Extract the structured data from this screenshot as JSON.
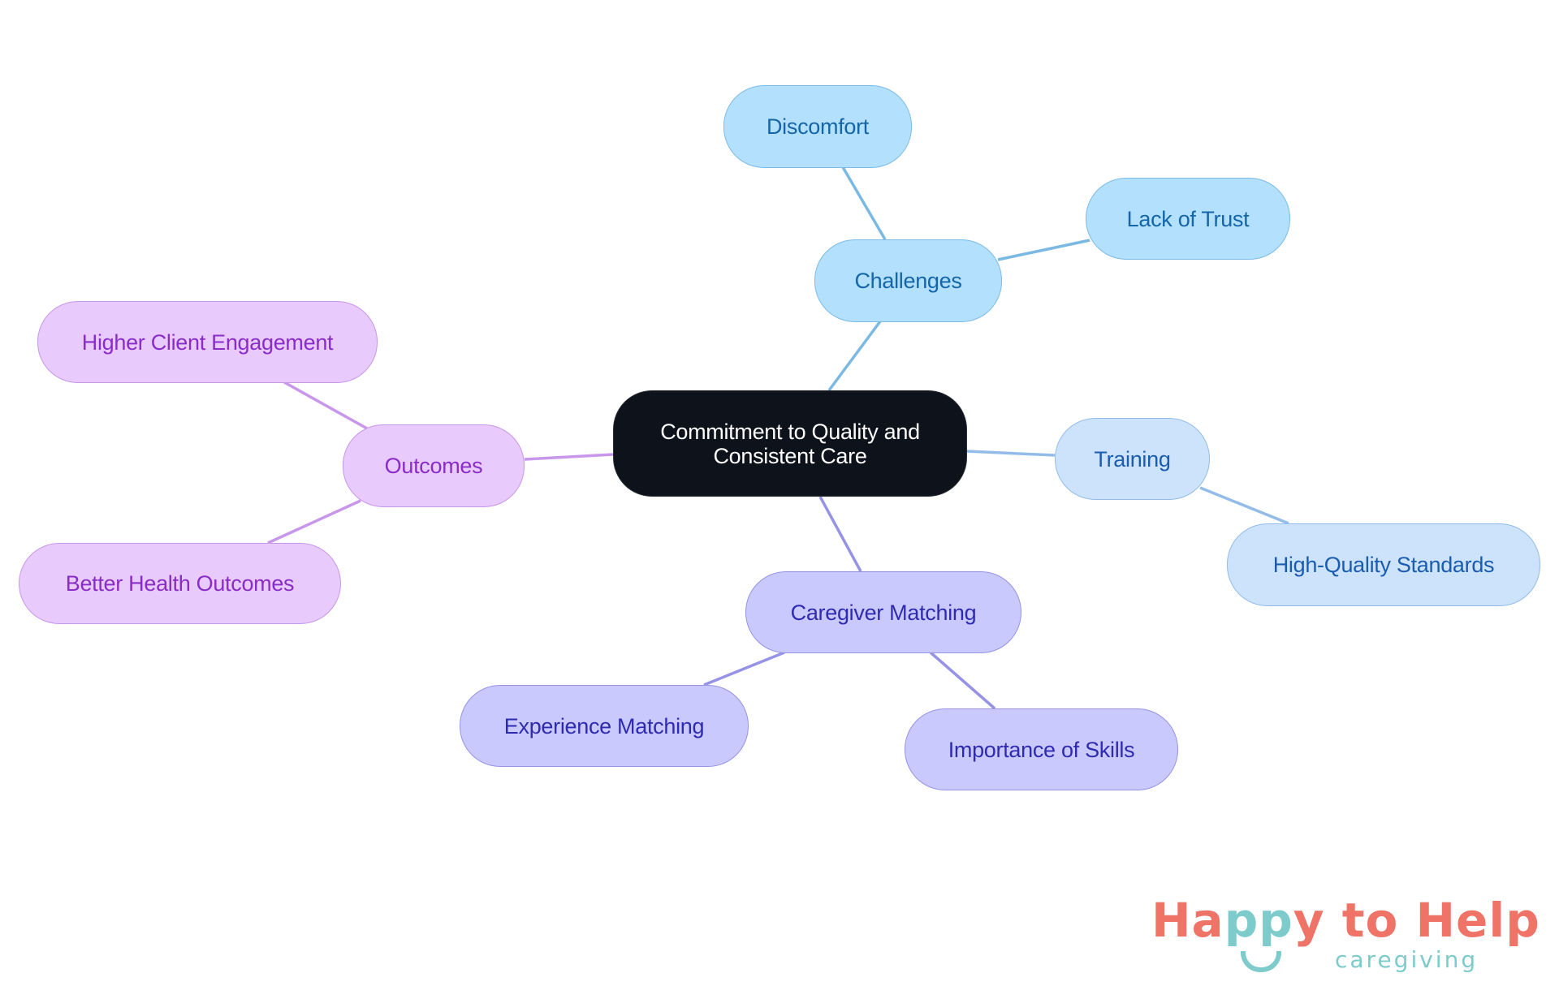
{
  "diagram": {
    "type": "mind-map",
    "root": {
      "id": "root",
      "label": "Commitment to Quality and Consistent Care",
      "color": "#0d121b"
    },
    "branches": [
      {
        "id": "challenges",
        "label": "Challenges",
        "color": "#b3e0fd",
        "edge_color": "#7ab9e3",
        "children": [
          {
            "id": "discomfort",
            "label": "Discomfort"
          },
          {
            "id": "lack_of_trust",
            "label": "Lack of Trust"
          }
        ]
      },
      {
        "id": "training",
        "label": "Training",
        "color": "#cde3fb",
        "edge_color": "#93bce9",
        "children": [
          {
            "id": "high_quality_standards",
            "label": "High-Quality Standards"
          }
        ]
      },
      {
        "id": "caregiver_matching",
        "label": "Caregiver Matching",
        "color": "#c9c9fd",
        "edge_color": "#9693e6",
        "children": [
          {
            "id": "experience_matching",
            "label": "Experience Matching"
          },
          {
            "id": "importance_of_skills",
            "label": "Importance of Skills"
          }
        ]
      },
      {
        "id": "outcomes",
        "label": "Outcomes",
        "color": "#e8cbfc",
        "edge_color": "#c896ea",
        "children": [
          {
            "id": "higher_client_engagement",
            "label": "Higher Client Engagement"
          },
          {
            "id": "better_health_outcomes",
            "label": "Better Health Outcomes"
          }
        ]
      }
    ]
  },
  "logo": {
    "part1": "Ha",
    "part2": "pp",
    "part3": "y to Help",
    "tagline": "caregiving",
    "primary_color": "#ef7467",
    "accent_color": "#7ecbcb"
  }
}
